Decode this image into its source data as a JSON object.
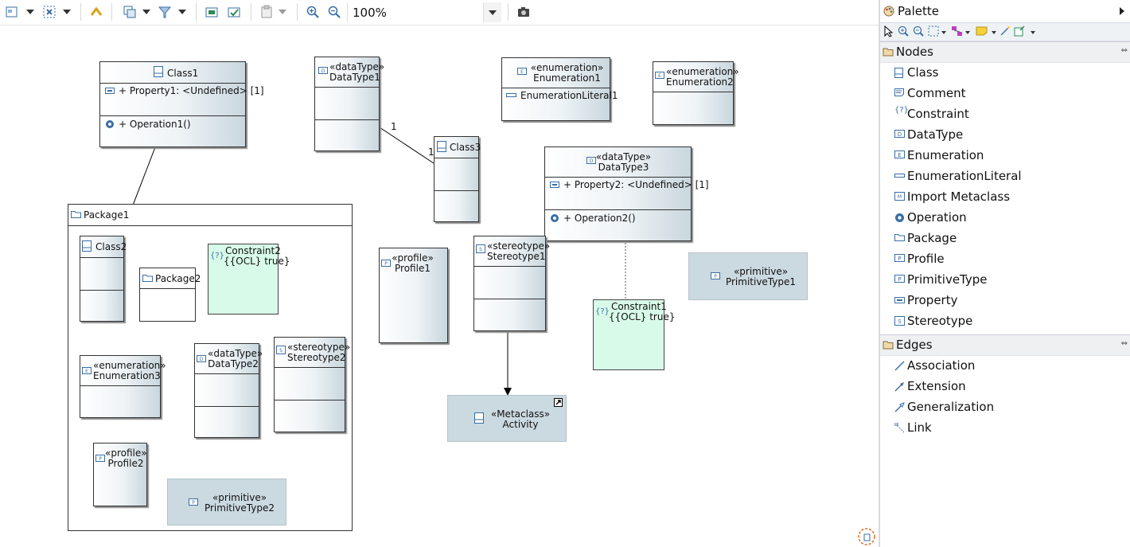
{
  "toolbar": {
    "zoom_value": "100%"
  },
  "palette": {
    "title": "Palette",
    "nodes_drawer": "Nodes",
    "node_items": [
      "Class",
      "Comment",
      "Constraint",
      "DataType",
      "Enumeration",
      "EnumerationLiteral",
      "Import Metaclass",
      "Operation",
      "Package",
      "Profile",
      "PrimitiveType",
      "Property",
      "Stereotype"
    ],
    "edges_drawer": "Edges",
    "edge_items": [
      "Association",
      "Extension",
      "Generalization",
      "Link"
    ]
  },
  "diagram": {
    "class1": {
      "name": "Class1",
      "property": "+ Property1: <Undefined> [1]",
      "operation": "+ Operation1()"
    },
    "datatype1": {
      "stereotype": "«dataType»",
      "name": "DataType1"
    },
    "enumeration1": {
      "stereotype": "«enumeration»",
      "name": "Enumeration1",
      "literal": "EnumerationLiteral1"
    },
    "enumeration2": {
      "stereotype": "«enumeration»",
      "name": "Enumeration2"
    },
    "class3": {
      "name": "Class3"
    },
    "association": {
      "mult_source": "1",
      "mult_target": "1"
    },
    "datatype3": {
      "stereotype": "«dataType»",
      "name": "DataType3",
      "property": "+ Property2: <Undefined> [1]",
      "operation": "+ Operation2()"
    },
    "package1": {
      "name": "Package1"
    },
    "class2": {
      "name": "Class2"
    },
    "package2": {
      "name": "Package2"
    },
    "constraint2": {
      "name": "Constraint2",
      "spec": "{{OCL} true}"
    },
    "enumeration3": {
      "stereotype": "«enumeration»",
      "name": "Enumeration3"
    },
    "datatype2": {
      "stereotype": "«dataType»",
      "name": "DataType2"
    },
    "stereotype2": {
      "stereotype": "«stereotype»",
      "name": "Stereotype2"
    },
    "profile2": {
      "stereotype": "«profile»",
      "name": "Profile2"
    },
    "primitivetype2": {
      "stereotype": "«primitive»",
      "name": "PrimitiveType2"
    },
    "profile1": {
      "stereotype": "«profile»",
      "name": "Profile1"
    },
    "stereotype1": {
      "stereotype": "«stereotype»",
      "name": "Stereotype1"
    },
    "metaclass": {
      "stereotype": "«Metaclass»",
      "name": "Activity"
    },
    "constraint1": {
      "name": "Constraint1",
      "spec": "{{OCL} true}"
    },
    "primitivetype1": {
      "stereotype": "«primitive»",
      "name": "PrimitiveType1"
    }
  },
  "colors": {
    "constraint_fill": "#d8fbe9",
    "flat_node_fill": "#cbd9e0",
    "icon_blue": "#3a6ea5"
  }
}
